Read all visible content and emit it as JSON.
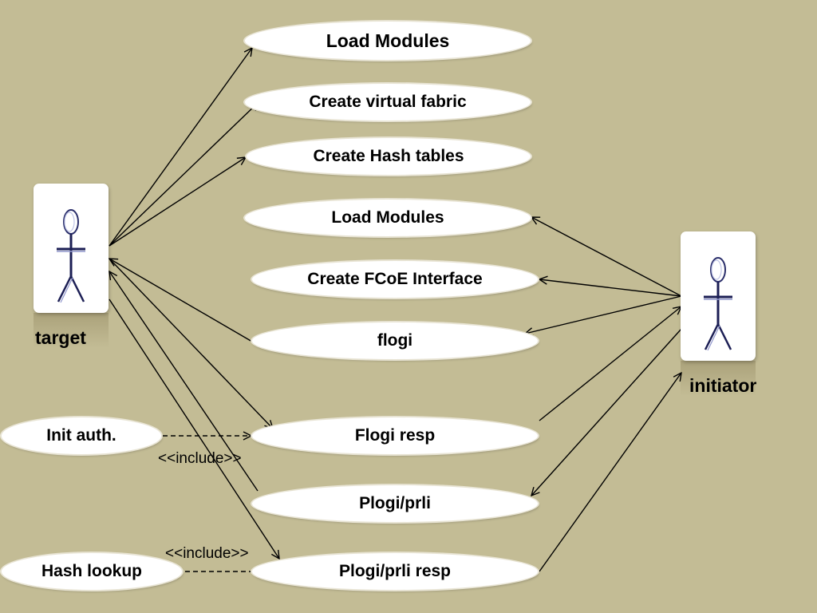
{
  "actors": {
    "target": "target",
    "initiator": "initiator"
  },
  "use_cases": {
    "load_modules_1": "Load Modules",
    "create_virtual_fabric": "Create virtual fabric",
    "create_hash_tables": "Create Hash tables",
    "load_modules_2": "Load Modules",
    "create_fcoe_interface": "Create FCoE Interface",
    "flogi": "flogi",
    "flogi_resp": "Flogi resp",
    "plogi_prli": "Plogi/prli",
    "plogi_prli_resp": "Plogi/prli resp",
    "init_auth": "Init auth.",
    "hash_lookup": "Hash lookup"
  },
  "stereotypes": {
    "include_1": "<<include>>",
    "include_2": "<<include>>"
  },
  "colors": {
    "background": "#c3bc95",
    "ellipse_fill": "#ffffff",
    "line": "#000000"
  }
}
